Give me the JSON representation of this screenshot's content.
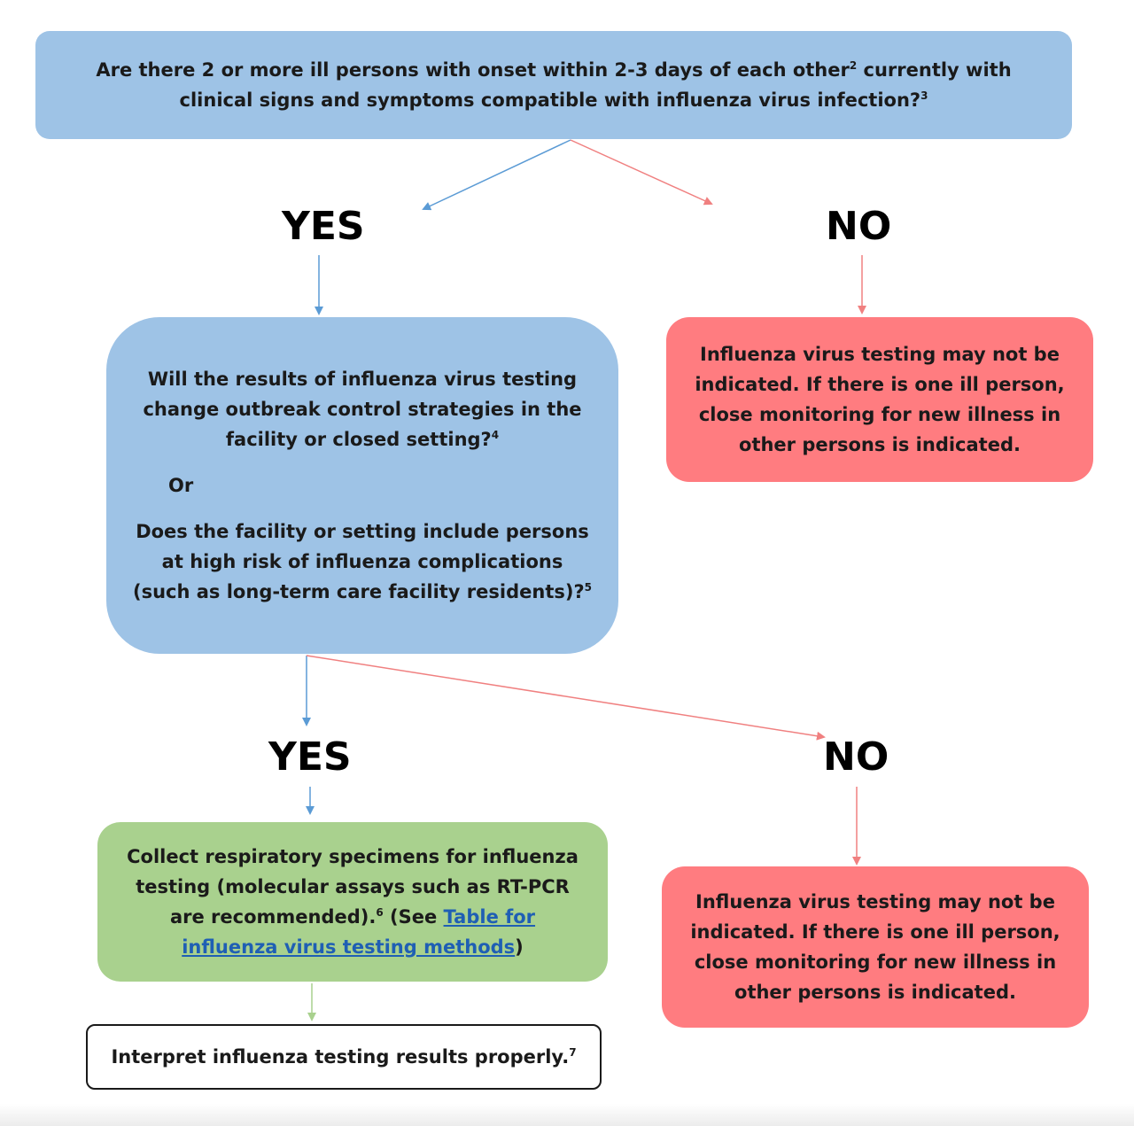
{
  "nodes": {
    "q1": {
      "text": "Are there 2 or more ill persons with onset within 2-3 days of each other",
      "sup1": "2",
      "text2": " currently with clinical signs and symptoms compatible with influenza virus infection?",
      "sup2": "3"
    },
    "yes1": "YES",
    "no1": "NO",
    "no1_box": "Influenza virus testing may not be indicated. If there is one ill person, close monitoring for new illness in other persons is indicated.",
    "q2": {
      "part1": "Will the results of influenza virus testing change outbreak control strategies in the facility or closed setting?",
      "sup1": "4",
      "or": "Or",
      "part2": "Does the facility or setting include persons at high risk of influenza complications (such as long-term care facility residents)?",
      "sup2": "5"
    },
    "yes2": "YES",
    "no2": "NO",
    "no2_box": "Influenza virus testing may not be indicated. If there is one ill person, close monitoring for new illness in other persons is indicated.",
    "collect": {
      "text": "Collect respiratory specimens for influenza testing (molecular assays such as RT-PCR are recommended).",
      "sup": "6",
      "see_prefix": " (See ",
      "link": "Table for influenza virus testing methods",
      "see_suffix": ")"
    },
    "interpret": {
      "text": "Interpret influenza testing results properly.",
      "sup": "7"
    }
  },
  "colors": {
    "question_blue": "#9ec3e6",
    "no_red": "#ff7c80",
    "action_green": "#a9d18e",
    "arrow_blue": "#5b9bd5",
    "arrow_red": "#f08080",
    "arrow_green": "#a9d18e",
    "link_blue": "#1f5fb4"
  }
}
